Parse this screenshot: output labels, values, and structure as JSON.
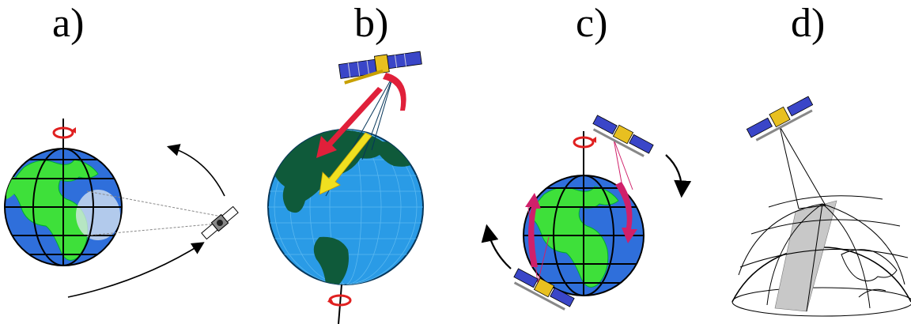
{
  "panels": [
    {
      "id": "a",
      "label": "a)"
    },
    {
      "id": "b",
      "label": "b)"
    },
    {
      "id": "c",
      "label": "c)"
    },
    {
      "id": "d",
      "label": "d)"
    }
  ],
  "colors": {
    "ocean": "#2f6fdb",
    "land": "#3ee03a",
    "grid": "#000000",
    "rotation_arrow": "#e02020",
    "satellite_panel": "#3a46c8",
    "satellite_body": "#e8c020",
    "beam_red": "#e0203a",
    "beam_yellow": "#f0e020",
    "earth_b_ocean": "#2a9be6",
    "earth_b_land": "#0f5a3a",
    "pink_arrow": "#d0206a",
    "swath": "#c8c8c8"
  },
  "icons": {
    "a": [
      "globe-icon",
      "rotation-arrow-icon",
      "satellite-icon",
      "orbit-arrow-icon"
    ],
    "b": [
      "globe-icon",
      "satellite-icon",
      "rotation-arrow-icon"
    ],
    "c": [
      "globe-icon",
      "satellite-icon",
      "rotation-arrow-icon",
      "orbit-arrow-icon"
    ],
    "d": [
      "hemisphere-icon",
      "satellite-icon"
    ]
  }
}
